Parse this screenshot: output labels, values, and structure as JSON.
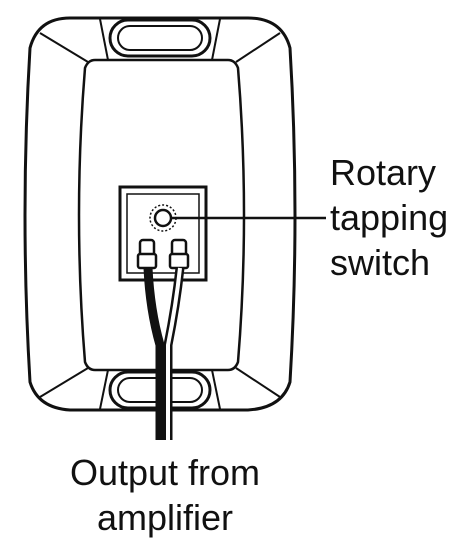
{
  "callouts": {
    "rotary_switch": [
      "Rotary",
      "tapping",
      "switch"
    ],
    "amplifier_output": [
      "Output from",
      "amplifier"
    ]
  },
  "colors": {
    "line": "#111111",
    "background": "#ffffff",
    "cable_dark": "#111111",
    "cable_light": "#ffffff"
  }
}
